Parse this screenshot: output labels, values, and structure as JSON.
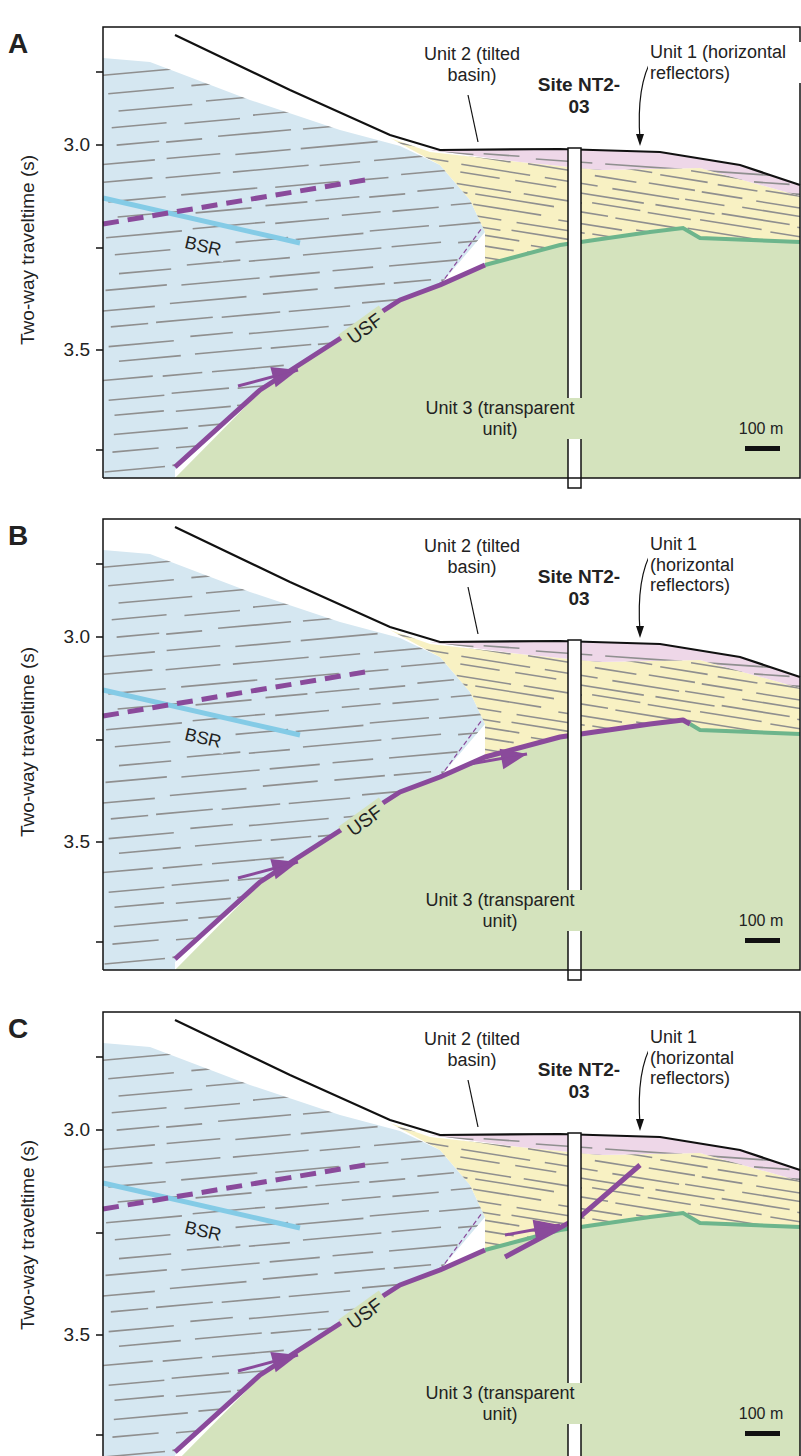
{
  "diagram": {
    "labels": [
      "A",
      "Two-way traveltime (s)",
      "3.0",
      "3.5",
      "Unit 2 (tilted basin)",
      "Site NT2-03",
      "Unit 1 (horizontal reflectors)",
      "BSR",
      "USF",
      "Unit 3 (transparent unit)",
      "100 m",
      "B",
      "Two-way traveltime (s)",
      "3.0",
      "3.5",
      "Unit 2 (tilted basin)",
      "Site NT2-03",
      "Unit 1 (horizontal reflectors)",
      "BSR",
      "USF",
      "Unit 3 (transparent unit)",
      "100 m",
      "C",
      "Two-way traveltime (s)",
      "3.0",
      "3.5",
      "Unit 2 (tilted basin)",
      "Site NT2-03",
      "Unit 1 (horizontal reflectors)",
      "BSR",
      "USF",
      "Unit 3 (transparent unit)",
      "100 m"
    ]
  }
}
